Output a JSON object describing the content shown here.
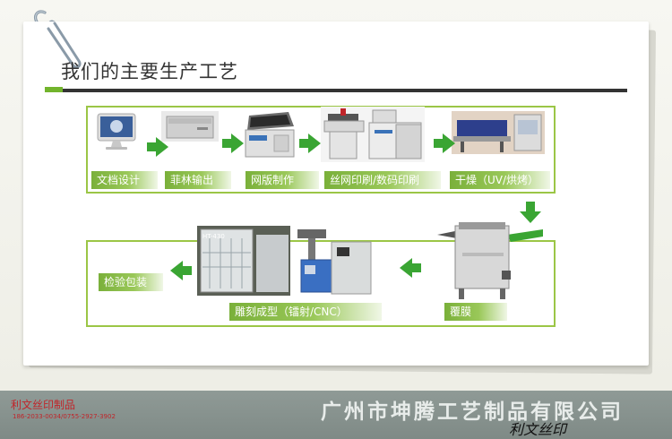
{
  "slide": {
    "title": "我们的主要生产工艺"
  },
  "process": {
    "top_steps": [
      {
        "label": "文档设计",
        "icon": "imac-computer"
      },
      {
        "label": "菲林输出",
        "icon": "film-output-machine"
      },
      {
        "label": "网版制作",
        "icon": "screen-exposure-machine"
      },
      {
        "label": "丝网印刷/数码印刷",
        "icon": "screen-printer-and-digital-press"
      },
      {
        "label": "干燥（UV/烘烤）",
        "icon": "uv-dryer-and-oven"
      }
    ],
    "bottom_steps": [
      {
        "label": "覆膜",
        "icon": "laminating-machine"
      },
      {
        "label": "雕刻成型（镭射/CNC）",
        "icon": "cnc-and-laser-machine"
      },
      {
        "label": "检验包装",
        "icon": ""
      }
    ],
    "machine_plate_text": "HT-430"
  },
  "footer": {
    "brand": "利文丝印制品",
    "phone": "186-2033-0034/0755-2927-3902",
    "company": "广州市坤腾工艺制品有限公司",
    "signature": "利文丝印"
  },
  "colors": {
    "accent_green": "#9bc646",
    "arrow_green": "#3aa533",
    "title_bar_dark": "#333333",
    "footer_red": "#c0252a"
  }
}
